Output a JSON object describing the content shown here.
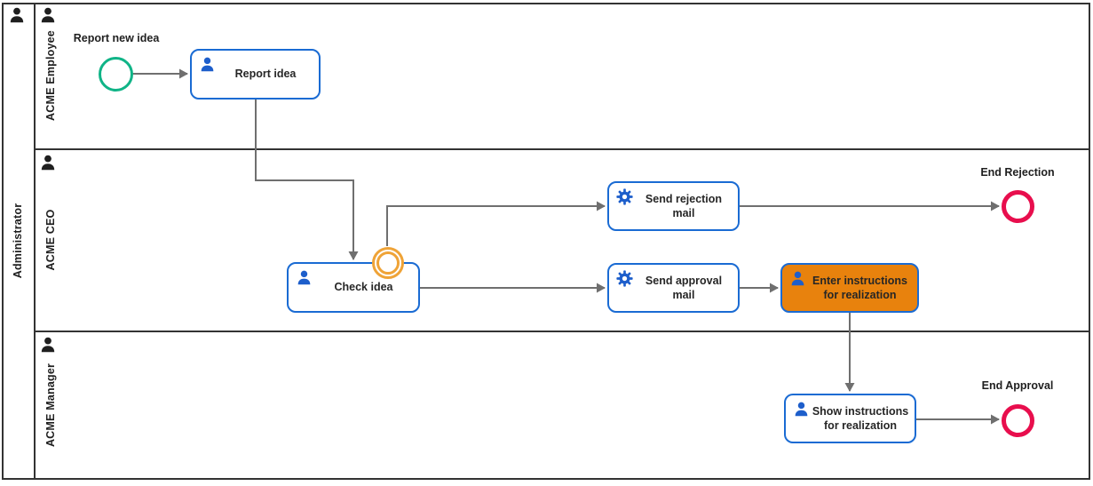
{
  "pool": {
    "label": "Administrator"
  },
  "lanes": [
    {
      "label": "ACME Employee"
    },
    {
      "label": "ACME CEO"
    },
    {
      "label": "ACME Manager"
    }
  ],
  "tasks": {
    "report_idea": {
      "label": "Report idea",
      "type": "user"
    },
    "check_idea": {
      "label": "Check idea",
      "type": "user"
    },
    "send_rejection": {
      "label": "Send rejection mail",
      "type": "service"
    },
    "send_approval": {
      "label": "Send approval mail",
      "type": "service"
    },
    "enter_instructions": {
      "label": "Enter instructions for realization",
      "type": "user",
      "highlighted": true
    },
    "show_instructions": {
      "label": "Show instructions for realization",
      "type": "user"
    }
  },
  "events": {
    "start": {
      "label": "Report new idea",
      "kind": "start"
    },
    "boundary": {
      "label": "",
      "kind": "boundary",
      "attached_to": "Check idea"
    },
    "end_rejection": {
      "label": "End Rejection",
      "kind": "end"
    },
    "end_approval": {
      "label": "End Approval",
      "kind": "end"
    }
  },
  "flows": [
    {
      "from": "Report new idea",
      "to": "Report idea"
    },
    {
      "from": "Report idea",
      "to": "Check idea"
    },
    {
      "from": "Check idea boundary event",
      "to": "Send rejection mail"
    },
    {
      "from": "Check idea",
      "to": "Send approval mail"
    },
    {
      "from": "Send rejection mail",
      "to": "End Rejection"
    },
    {
      "from": "Send approval mail",
      "to": "Enter instructions for realization"
    },
    {
      "from": "Enter instructions for realization",
      "to": "Show instructions for realization"
    },
    {
      "from": "Show instructions for realization",
      "to": "End Approval"
    }
  ],
  "icons": {
    "user_task": "user-icon",
    "service_task": "gear-icon",
    "pool_header": "user-icon",
    "lane_header": "user-icon"
  },
  "colors": {
    "task_border": "#1a6bd3",
    "task_icon": "#1d5ecb",
    "highlight_fill": "#e8820d",
    "start_event": "#10b487",
    "end_event": "#e80e4d",
    "boundary_event": "#efa337",
    "connector": "#6f6f6f",
    "frame": "#333333"
  }
}
